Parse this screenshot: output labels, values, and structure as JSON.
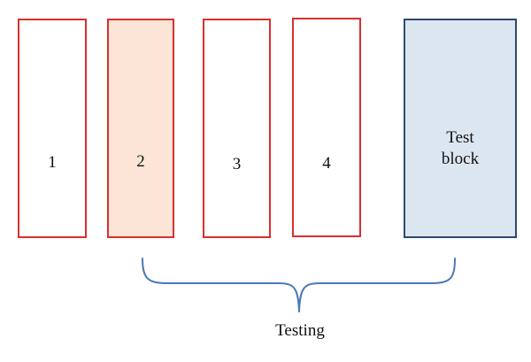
{
  "blocks": [
    {
      "label": "1",
      "fill": "#ffffff",
      "border": "#d9302e"
    },
    {
      "label": "2",
      "fill": "#fce4d6",
      "border": "#d9302e"
    },
    {
      "label": "3",
      "fill": "#ffffff",
      "border": "#d9302e"
    },
    {
      "label": "4",
      "fill": "#ffffff",
      "border": "#d9302e"
    }
  ],
  "test_block": {
    "label_line1": "Test",
    "label_line2": "block",
    "fill": "#dce6f1",
    "border": "#2c4a6e"
  },
  "bracket": {
    "label": "Testing",
    "color": "#4a7ab8"
  }
}
